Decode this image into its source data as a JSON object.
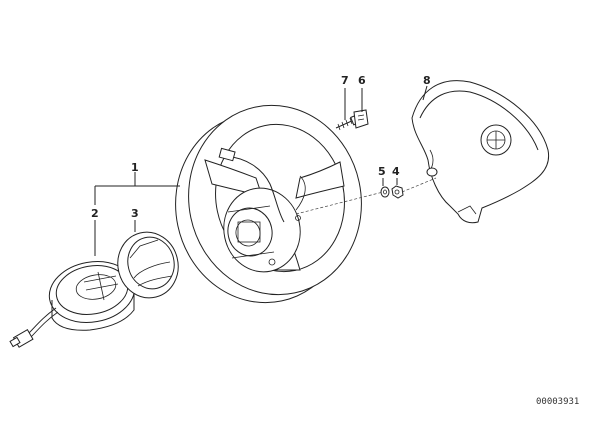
{
  "callouts": [
    {
      "id": "1",
      "label": "1"
    },
    {
      "id": "2",
      "label": "2"
    },
    {
      "id": "3",
      "label": "3"
    },
    {
      "id": "4",
      "label": "4"
    },
    {
      "id": "5",
      "label": "5"
    },
    {
      "id": "6",
      "label": "6"
    },
    {
      "id": "7",
      "label": "7"
    },
    {
      "id": "8",
      "label": "8"
    }
  ],
  "document_number": "00003931",
  "colors": {
    "line": "#222222",
    "background": "#ffffff"
  }
}
